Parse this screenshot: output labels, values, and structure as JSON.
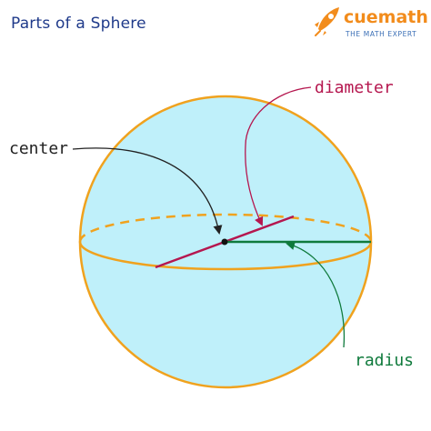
{
  "title": "Parts of a Sphere",
  "logo": {
    "word": "cuemath",
    "tagline": "THE MATH EXPERT",
    "icon": "rocket-icon"
  },
  "labels": {
    "center": "center",
    "diameter": "diameter",
    "radius": "radius"
  },
  "colors": {
    "title": "#1f3a8a",
    "sphere_fill": "#bff0fa",
    "sphere_outline": "#f0a21e",
    "diameter": "#b5174f",
    "radius": "#0f7a3c",
    "center_arrow": "#222222",
    "logo_orange": "#f28c1c",
    "logo_blue": "#3b6fb6"
  }
}
